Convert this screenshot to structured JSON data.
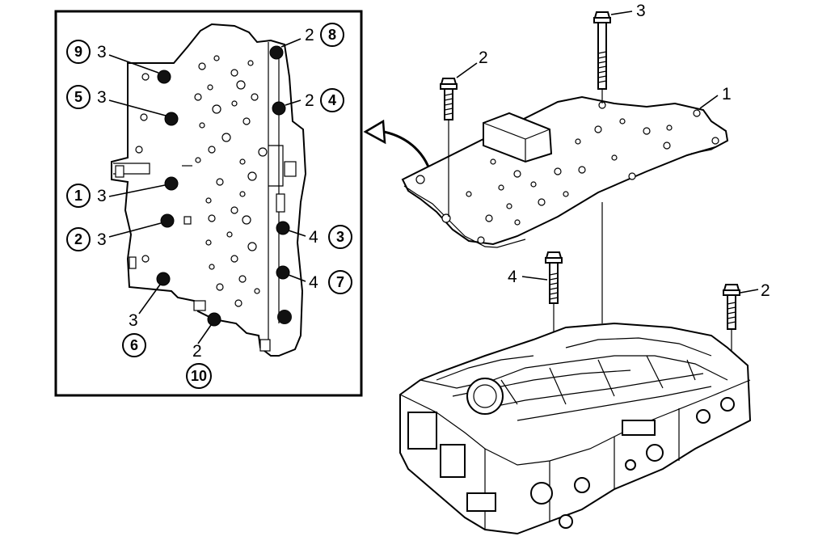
{
  "callouts": {
    "plate_item": "1",
    "bolt_top_left": "2",
    "bolt_top_right": "3",
    "bolt_front": "4",
    "bolt_right": "2"
  },
  "inset": {
    "bolts": [
      {
        "seq": "9",
        "part": "3"
      },
      {
        "seq": "5",
        "part": "3"
      },
      {
        "seq": "1",
        "part": "3"
      },
      {
        "seq": "2",
        "part": "3"
      },
      {
        "seq": "6",
        "part": "3"
      },
      {
        "seq": "10",
        "part": "2"
      },
      {
        "seq": "8",
        "part": "2"
      },
      {
        "seq": "4",
        "part": "2"
      },
      {
        "seq": "3",
        "part": "4"
      },
      {
        "seq": "7",
        "part": "4"
      }
    ]
  }
}
